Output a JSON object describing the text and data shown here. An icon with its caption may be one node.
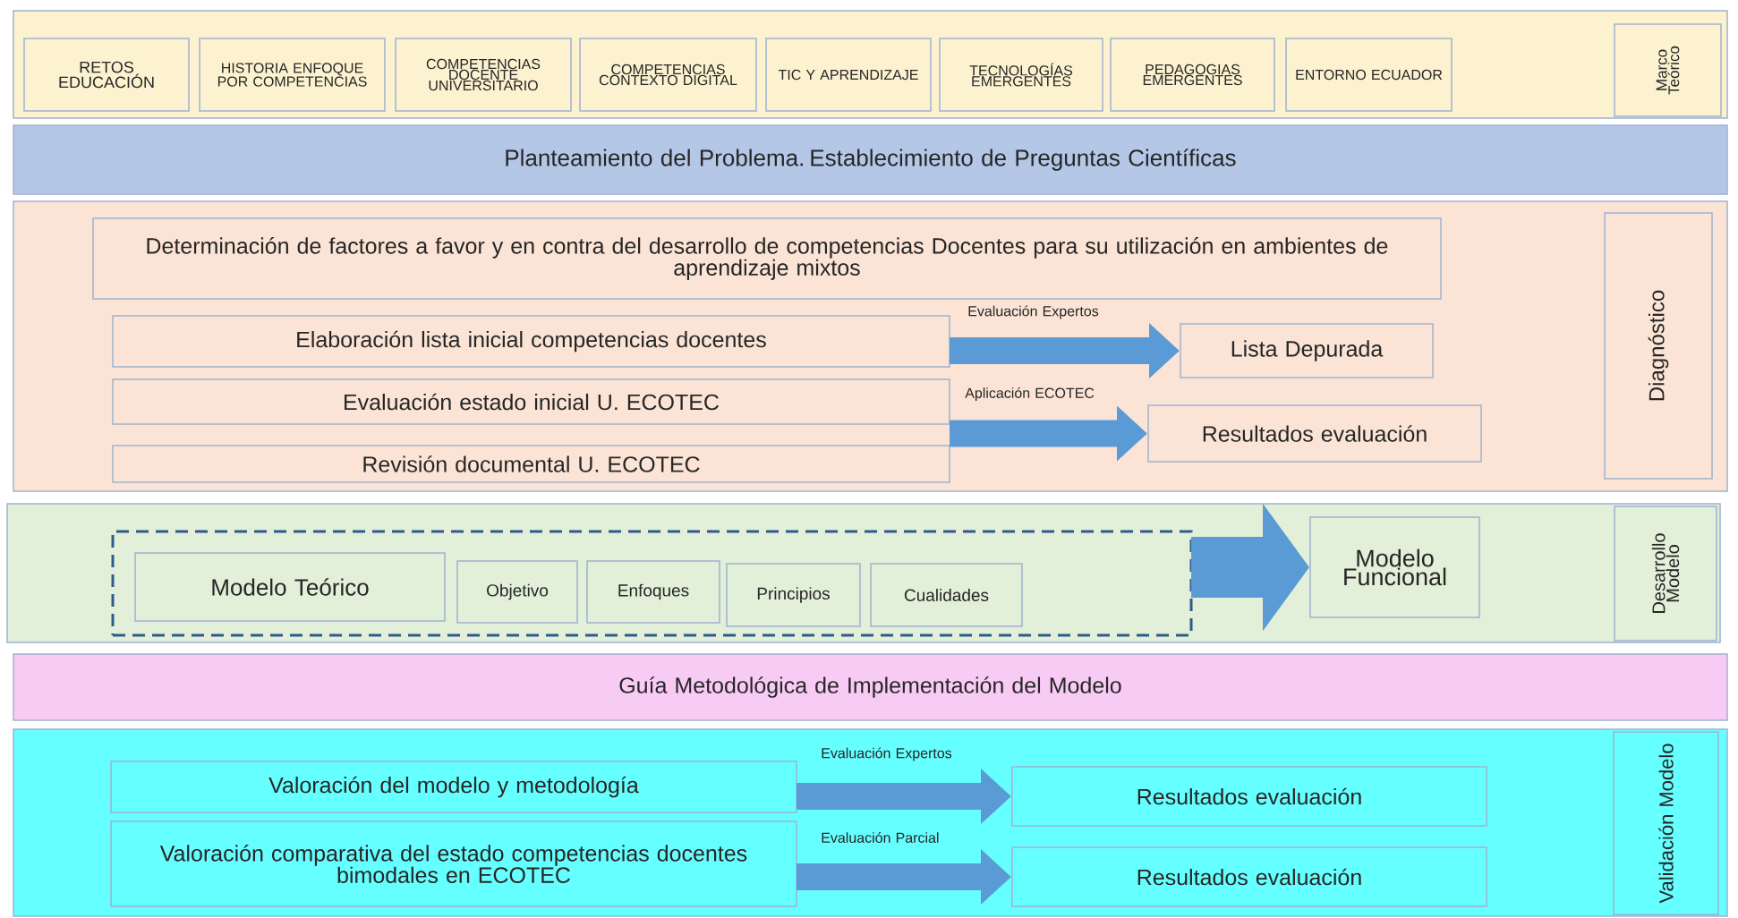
{
  "diagram": {
    "nodes": [
      {
        "text": [],
        "shape": "box"
      },
      {
        "text": [
          "RETOS EDUCACIÓN"
        ],
        "in": 0
      },
      {
        "text": [
          "HISTORIA ENFOQUE POR COMPETENCIAS"
        ],
        "in": 0
      },
      {
        "text": [
          "COMPETENCIAS DOCENTE UNIVERSITARIO"
        ],
        "in": 0
      },
      {
        "text": [
          "COMPETENCIAS CONTEXTO DIGITAL"
        ],
        "in": 0
      },
      {
        "text": [
          "TIC Y APRENDIZAJE"
        ],
        "in": 0
      },
      {
        "text": [
          "TECNOLOGÍAS EMERGENTES"
        ],
        "in": 0
      },
      {
        "text": [
          "PEDAGOGIAS EMERGENTES"
        ],
        "in": 0
      },
      {
        "text": [
          "ENTORNO ECUADOR"
        ],
        "in": 0
      },
      {
        "text": [
          "Marco Teórico"
        ],
        "in": 0
      },
      {
        "text": [
          "Planteamiento del Problema. Establecimiento de Preguntas Científicas"
        ]
      },
      {
        "text": [],
        "shape": "box"
      },
      {
        "text": [
          "Determinación de factores a favor y en contra del desarrollo de competencias Docentes para su utilización en ambientes de aprendizaje mixtos"
        ],
        "in": 11
      },
      {
        "text": [
          "Elaboración lista inicial competencias docentes"
        ],
        "in": 11
      },
      {
        "text": [
          "Lista Depurada"
        ],
        "in": 11
      },
      {
        "text": [
          "Evaluación estado inicial U. ECOTEC"
        ],
        "in": 11
      },
      {
        "text": [
          "Resultados evaluación"
        ],
        "in": 11
      },
      {
        "text": [
          "Revisión documental U. ECOTEC"
        ],
        "in": 11
      },
      {
        "text": [
          "Diagnóstico"
        ],
        "in": 11
      },
      {
        "text": [],
        "shape": "box"
      },
      {
        "text": [],
        "shape": "box",
        "in": 19
      },
      {
        "text": [
          "Modelo Teórico"
        ],
        "in": 20
      },
      {
        "text": [
          "Objetivo"
        ],
        "in": 20
      },
      {
        "text": [
          "Enfoques"
        ],
        "in": 20
      },
      {
        "text": [
          "Principios"
        ],
        "in": 20
      },
      {
        "text": [
          "Cualidades"
        ],
        "in": 20
      },
      {
        "text": [
          "Modelo Funcional"
        ],
        "in": 19
      },
      {
        "text": [
          "Desarrollo Modelo"
        ],
        "in": 19
      },
      {
        "text": [
          "Guía Metodológica de Implementación del Modelo"
        ]
      },
      {
        "text": [],
        "shape": "box"
      },
      {
        "text": [
          "Valoración del modelo y metodología"
        ],
        "in": 29
      },
      {
        "text": [
          "Resultados evaluación"
        ],
        "in": 29
      },
      {
        "text": [
          "Valoración comparativa del estado competencias docentes bimodales en ECOTEC"
        ],
        "in": 29
      },
      {
        "text": [
          "Resultados evaluación"
        ],
        "in": 29
      },
      {
        "text": [
          "Validación Modelo"
        ],
        "in": 29
      }
    ],
    "edges": [
      {
        "from": 13,
        "to": 14,
        "arrow": "to",
        "label": "Evaluación Expertos"
      },
      {
        "from": 15,
        "to": 16,
        "arrow": "to",
        "label": "Aplicación ECOTEC"
      },
      {
        "from": 20,
        "to": 26,
        "arrow": "to",
        "style": "thick"
      },
      {
        "from": 30,
        "to": 31,
        "arrow": "to",
        "label": "Evaluación Expertos"
      },
      {
        "from": 32,
        "to": 33,
        "arrow": "to",
        "label": "Evaluación Parcial"
      }
    ]
  }
}
